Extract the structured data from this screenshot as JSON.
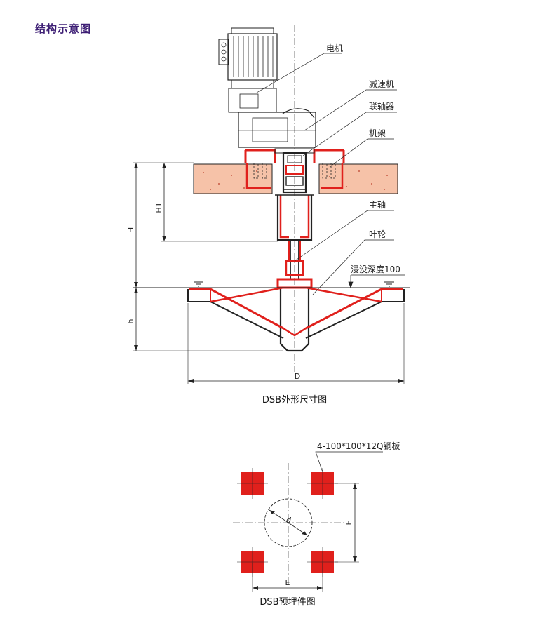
{
  "header": {
    "title": "结构示意图"
  },
  "main_view": {
    "labels": {
      "motor": "电机",
      "reducer": "减速机",
      "coupling": "联轴器",
      "frame": "机架",
      "shaft": "主轴",
      "impeller": "叶轮",
      "immersion": "浸没深度100"
    },
    "dimensions": {
      "H": "H",
      "H1": "H1",
      "h": "h",
      "D": "D"
    },
    "caption": "DSB外形尺寸图"
  },
  "embedded_view": {
    "plate_note": "4-100*100*12Q钢板",
    "dimensions": {
      "d": "d",
      "E_vertical": "E",
      "E_horizontal": "E"
    },
    "caption": "DSB预埋件图"
  },
  "colors": {
    "accent_red": "#e0201c",
    "concrete_fill": "#f6c2a8",
    "title_purple": "#3d1e74",
    "line": "#222222"
  }
}
